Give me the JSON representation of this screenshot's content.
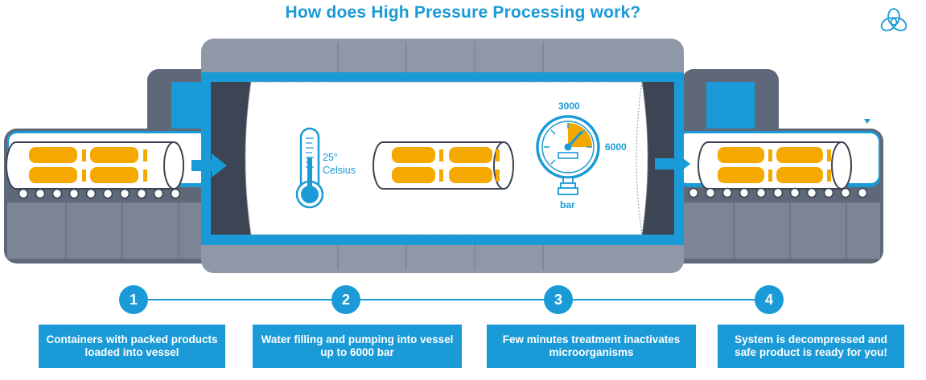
{
  "title": "How does High Pressure Processing work?",
  "colors": {
    "accent": "#1a9ad6",
    "housing_dark": "#5f6878",
    "housing_mid": "#7b8594",
    "housing_light": "#8e98a6",
    "product_orange": "#f5a800",
    "gauge_orange": "#f5a800"
  },
  "icons": {
    "logo": "three-ring-logo-icon",
    "thermometer": "thermometer-icon",
    "gauge": "pressure-gauge-icon",
    "arrow": "right-arrow-icon"
  },
  "thermometer": {
    "value": "25°",
    "unit": "Celsius"
  },
  "gauge": {
    "label_top": "3000",
    "label_right": "6000",
    "unit": "bar"
  },
  "steps": [
    {
      "number": "1",
      "text": "Containers with packed products loaded into vessel"
    },
    {
      "number": "2",
      "text": "Water filling and pumping into vessel up to 6000 bar"
    },
    {
      "number": "3",
      "text": "Few minutes treatment inactivates microorganisms"
    },
    {
      "number": "4",
      "text": "System is decompressed and safe product is ready for you!"
    }
  ]
}
